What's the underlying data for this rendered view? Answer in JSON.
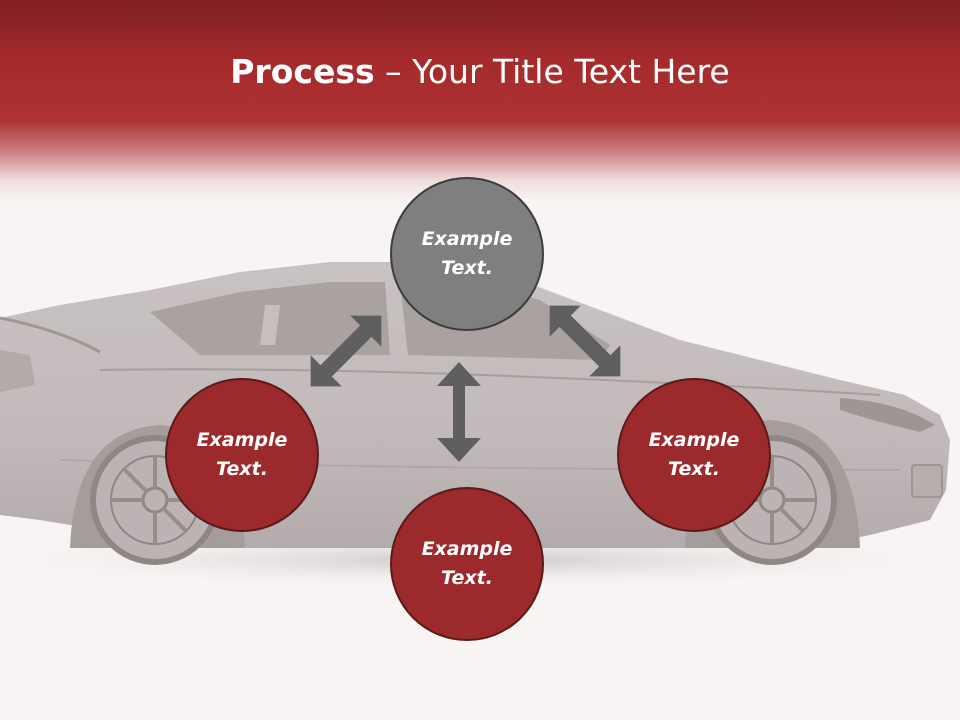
{
  "slide": {
    "title_bold": "Process",
    "title_rest": " – Your Title Text Here"
  },
  "nodes": [
    {
      "label": "Example\nText.",
      "color": "#7f7f7f"
    },
    {
      "label": "Example\nText.",
      "color": "#9c2a2c"
    },
    {
      "label": "Example\nText.",
      "color": "#9c2a2c"
    },
    {
      "label": "Example\nText.",
      "color": "#9c2a2c"
    }
  ],
  "colors": {
    "header": "#a52a2c",
    "arrow": "#5f5f5f",
    "node_red": "#9c2a2c",
    "node_gray": "#7f7f7f"
  },
  "background_image": "car-side-view"
}
